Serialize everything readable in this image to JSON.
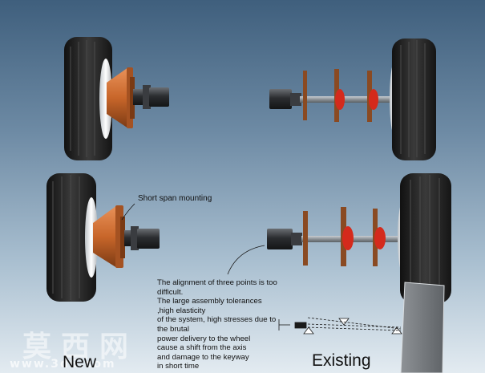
{
  "labels": {
    "short_span": "Short span mounting",
    "alignment_note": [
      "The alignment of three points is too difficult.",
      "The large assembly tolerances ,high elasticity",
      "of the system, high stresses due to the brutal",
      "power delivery to the wheel",
      "cause a shift from the axis",
      "and damage to the keyway",
      "in short time"
    ],
    "new": "New",
    "existing": "Existing"
  },
  "watermark": {
    "chinese": "莫西网",
    "url": "www.3d6.com"
  },
  "colors": {
    "tire": "#1d1d1d",
    "tread": "#3a3a3a",
    "rim": "#e8e8e8",
    "hub_copper": "#c8662a",
    "shaft_dark": "#2b2d30",
    "flange_red": "#d42a1c",
    "disc_brown": "#8a4a22",
    "background_top": "#3f5f7d",
    "background_bottom": "#e3ebf1"
  }
}
